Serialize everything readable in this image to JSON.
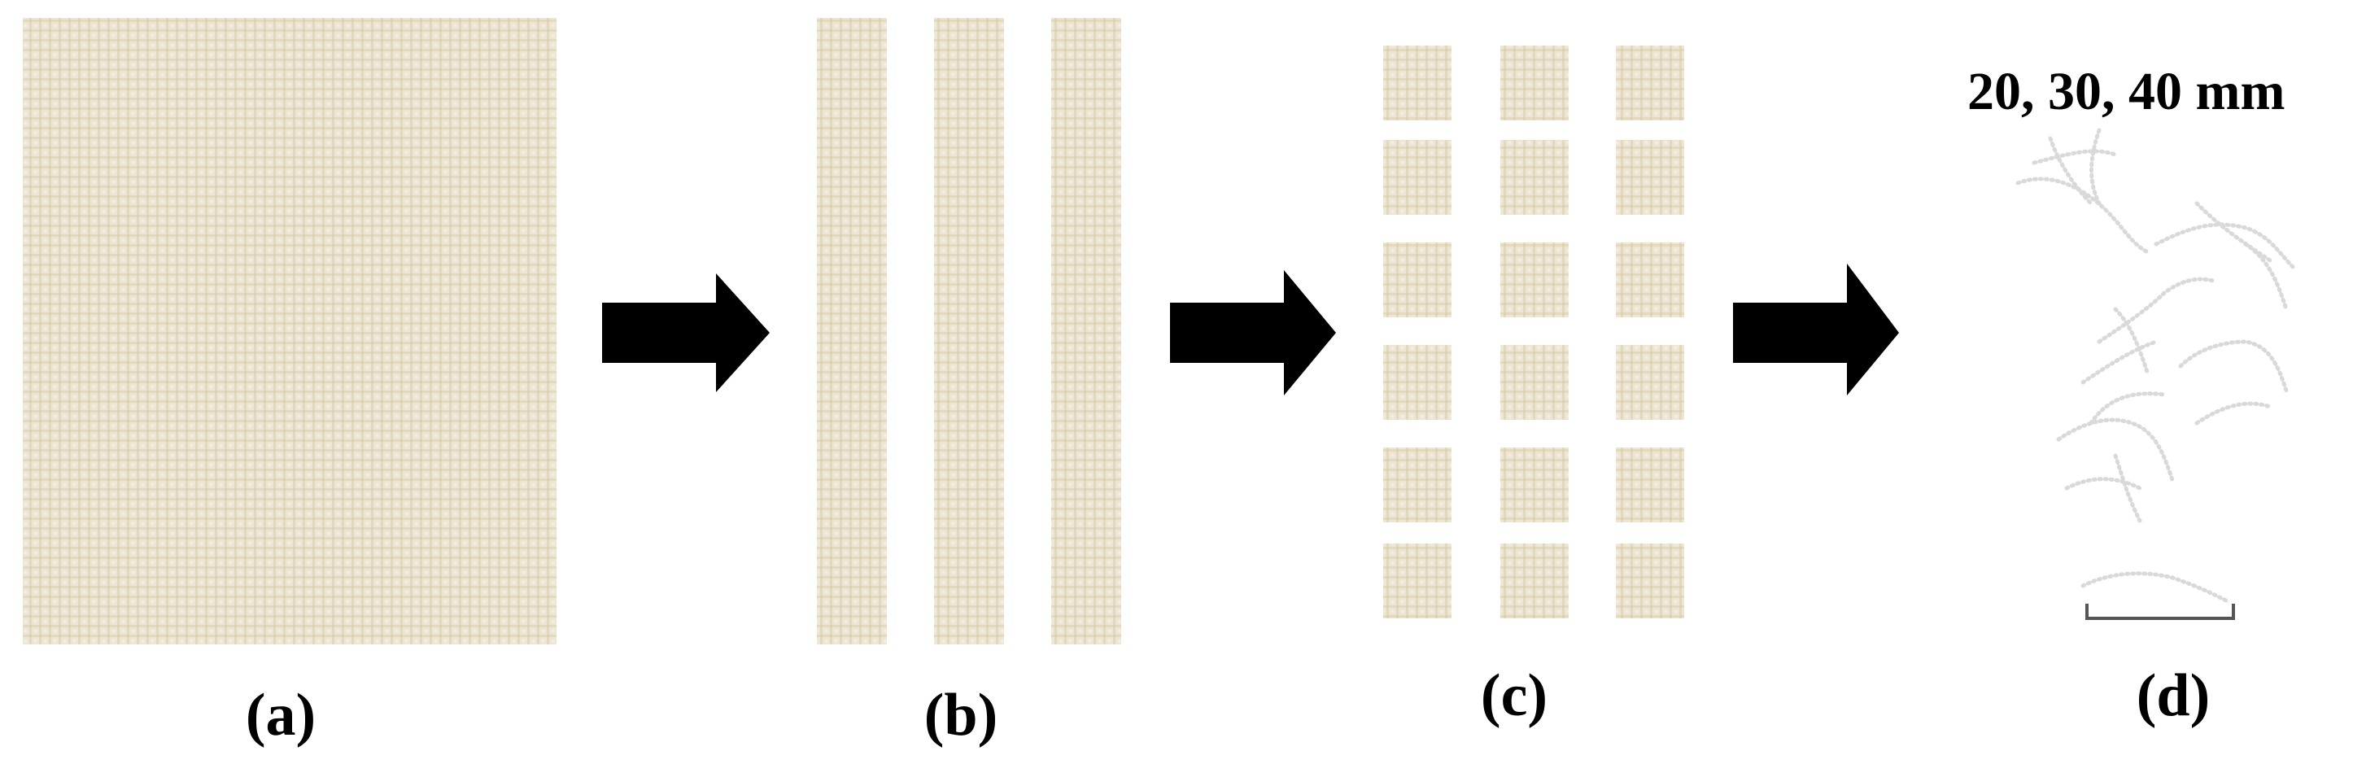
{
  "panels": {
    "a": {
      "label": "(a)"
    },
    "b": {
      "label": "(b)"
    },
    "c": {
      "label": "(c)"
    },
    "d": {
      "label": "(d)",
      "size_text": "20, 30, 40 mm"
    }
  },
  "colors": {
    "fabric": "#ede6d3",
    "fabric_weave": "#d8cdb1",
    "fabric_gap": "#f7f3ea",
    "arrow": "#000000",
    "fiber": "#d9d9d9",
    "scale_bar": "#555555"
  },
  "icons": {
    "arrow": "right-arrow-icon"
  }
}
